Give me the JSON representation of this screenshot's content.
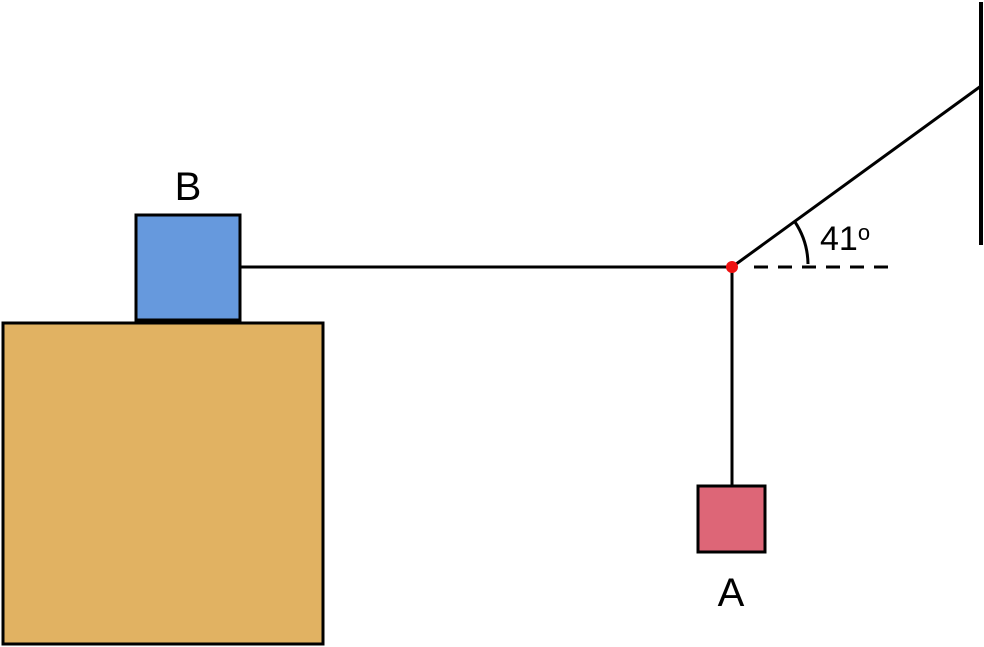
{
  "diagram": {
    "block_b": {
      "label": "B",
      "color": "#6699dd"
    },
    "block_a": {
      "label": "A",
      "color": "#dd6677"
    },
    "table": {
      "color": "#e1b262"
    },
    "angle": {
      "value": "41",
      "superscript": "o"
    },
    "knot_color": "#ee1111",
    "line_color": "#000000"
  }
}
